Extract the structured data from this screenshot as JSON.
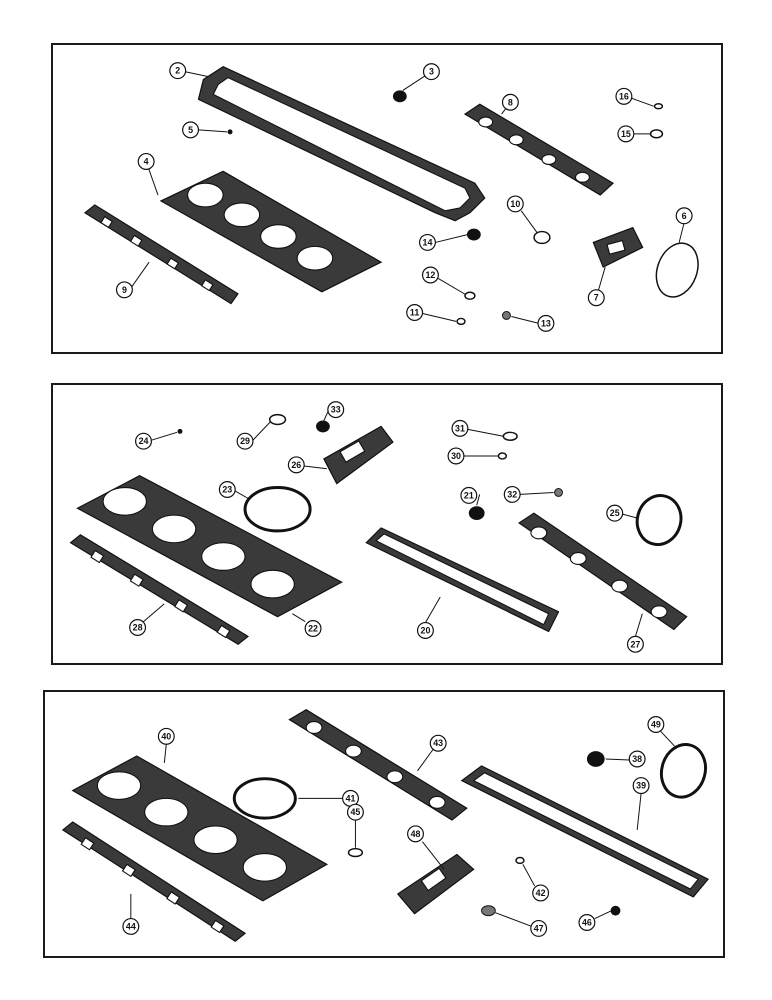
{
  "panels": [
    {
      "callouts": [
        "2",
        "3",
        "4",
        "5",
        "6",
        "7",
        "8",
        "9",
        "10",
        "11",
        "12",
        "13",
        "14",
        "15",
        "16"
      ]
    },
    {
      "callouts": [
        "20",
        "21",
        "22",
        "23",
        "24",
        "25",
        "26",
        "27",
        "28",
        "29",
        "30",
        "31",
        "32",
        "33"
      ]
    },
    {
      "callouts": [
        "38",
        "39",
        "40",
        "41",
        "42",
        "43",
        "44",
        "45",
        "46",
        "47",
        "48",
        "49"
      ]
    }
  ]
}
